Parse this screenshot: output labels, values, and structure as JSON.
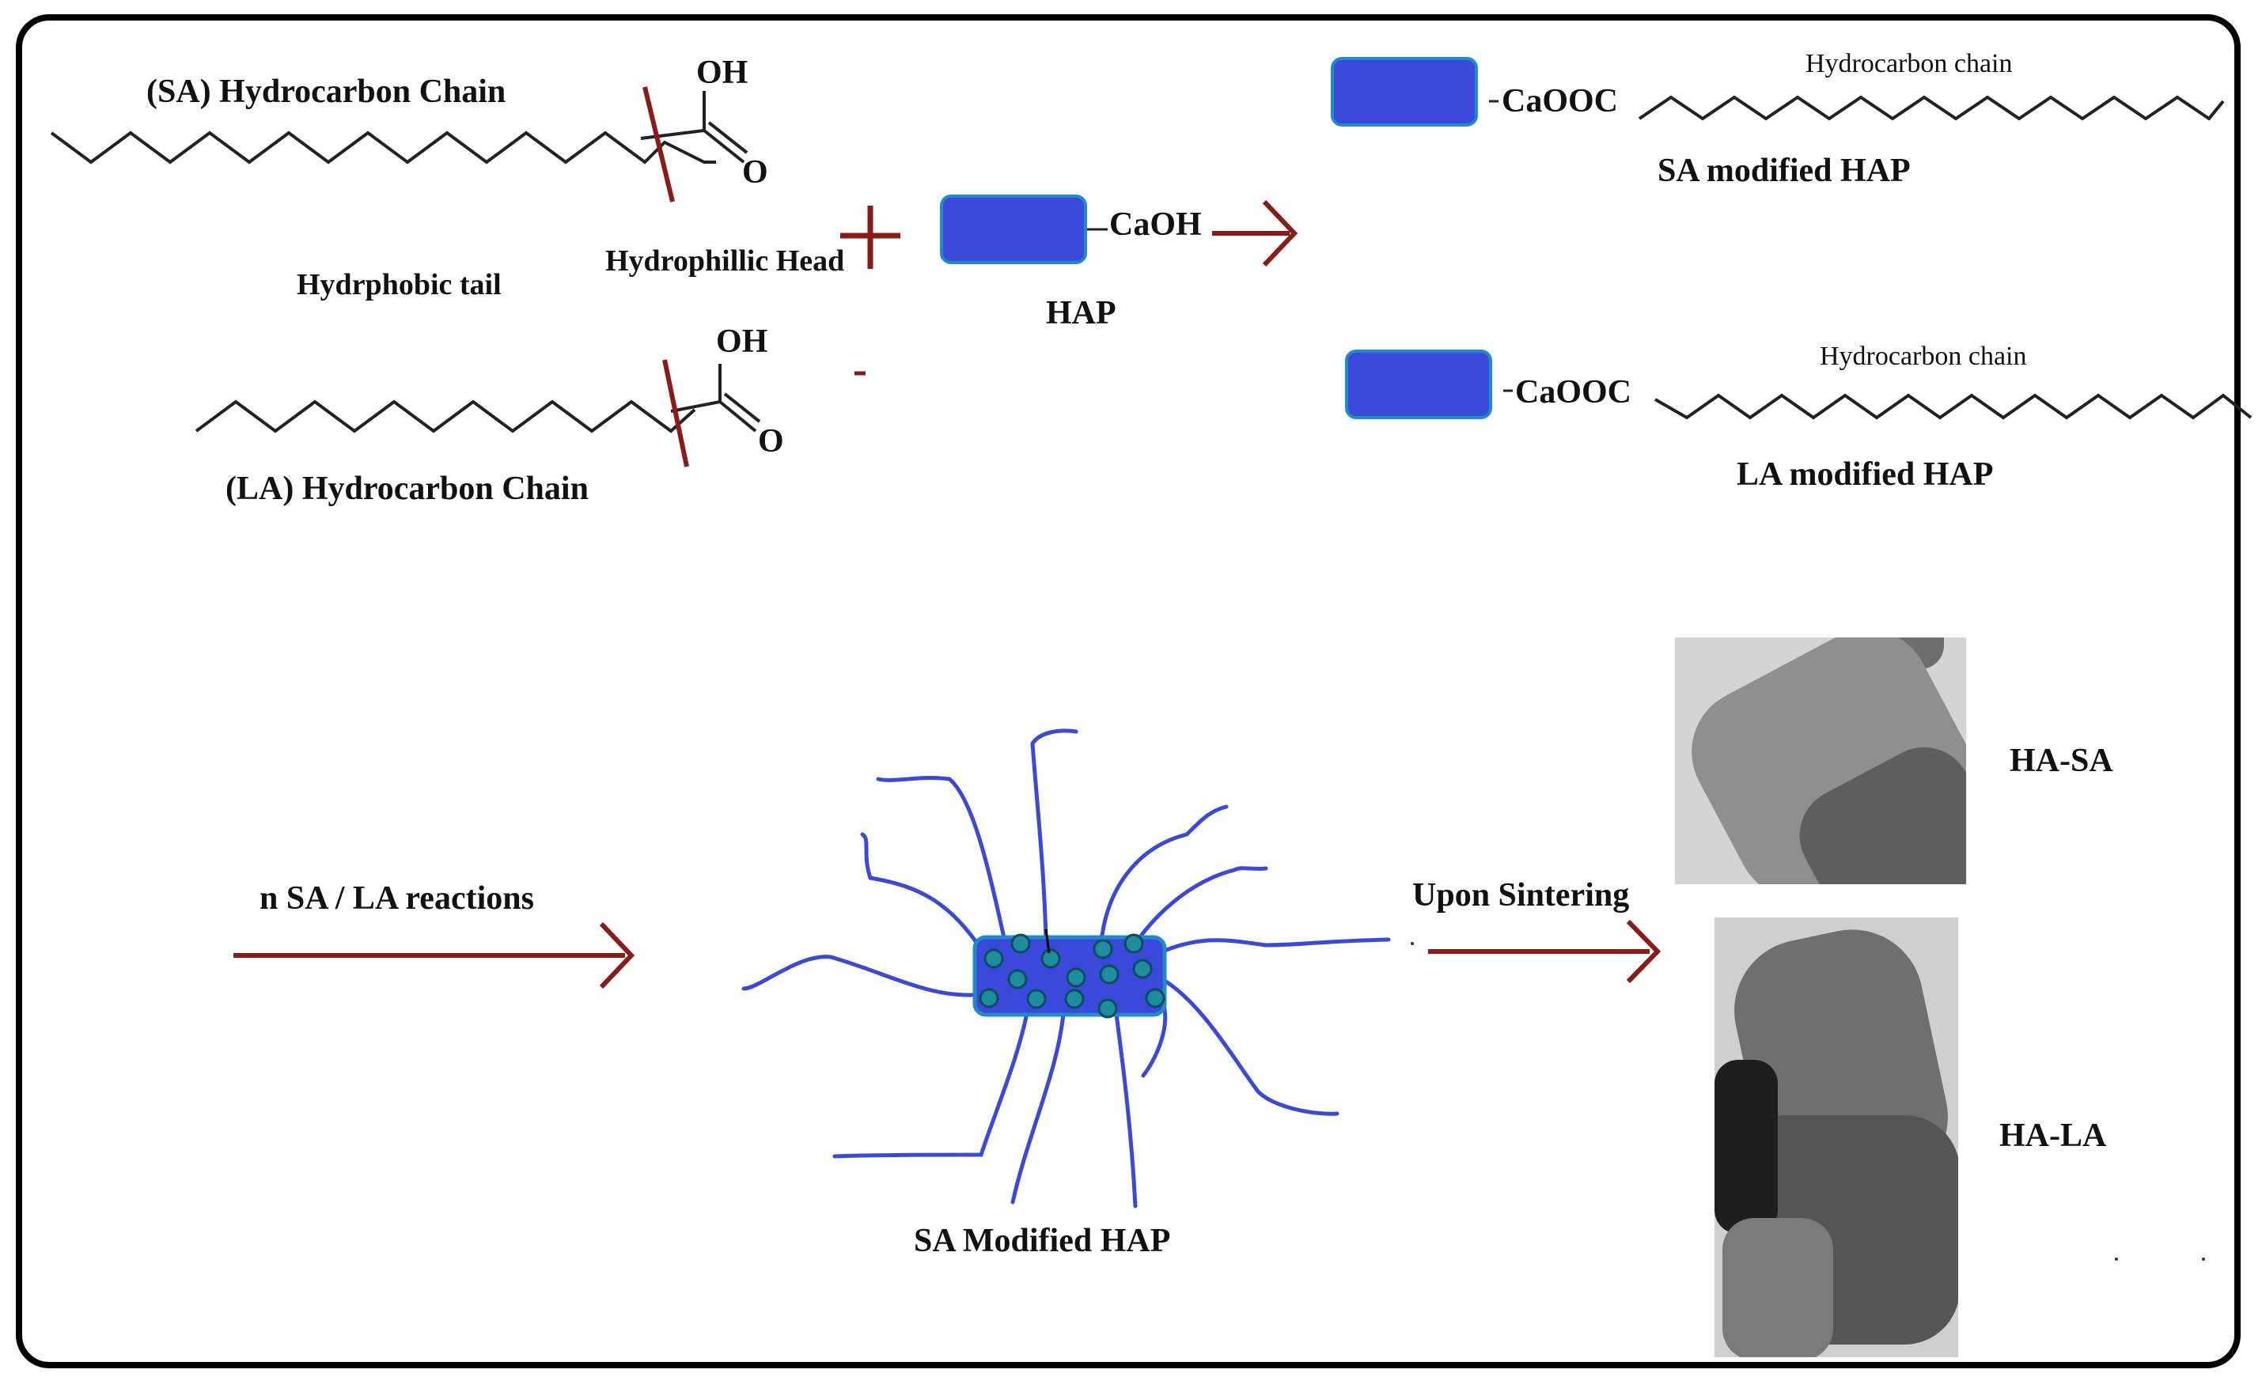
{
  "figure": {
    "sa_chain_label": "(SA)  Hydrocarbon Chain",
    "la_chain_label": "(LA)  Hydrocarbon Chain",
    "oh_label": "OH",
    "o_label": "O",
    "tail_label": "Hydrphobic tail",
    "head_label": "Hydrophillic Head",
    "caoh_label": "CaOH",
    "hap_label": "HAP",
    "caooc_label": "CaOOC",
    "hydrocarbon_chain_label": "Hydrocarbon chain",
    "sa_modified_label": "SA modified HAP",
    "la_modified_label": "LA modified HAP",
    "reactions_label": "n SA  /  LA  reactions",
    "sintering_label": "Upon Sintering",
    "sa_modified_center_label": "SA Modified HAP",
    "ha_sa_label": "HA-SA",
    "ha_la_label": "HA-LA"
  },
  "colors": {
    "hap_fill": "#3a49d9",
    "hap_border": "#1e8cc8",
    "arrow": "#8b1a1a",
    "chain": "#3a49d9",
    "cut_line": "#8b1a1a",
    "particle": "#1e8c9a"
  }
}
